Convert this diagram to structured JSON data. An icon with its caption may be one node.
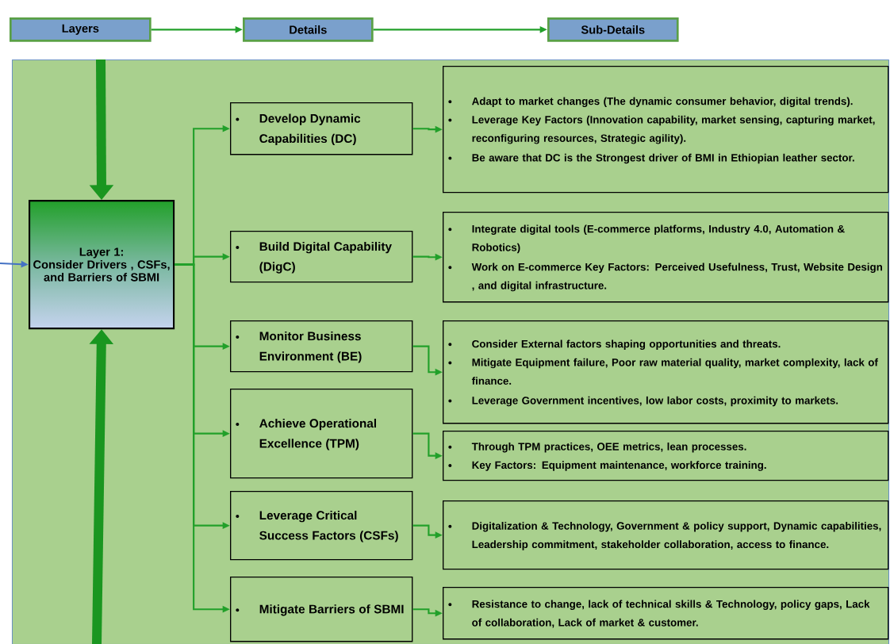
{
  "diagram": {
    "nodes": [
      {
        "text": [
          "Layers"
        ]
      },
      {
        "text": [
          "Details"
        ]
      },
      {
        "text": [
          "Sub-Details"
        ]
      },
      {
        "text": [],
        "shape": "box"
      },
      {
        "text": [
          "Layer 1:",
          "Consider Drivers , CSFs, and Barriers of SBMI"
        ],
        "in": 3
      },
      {
        "text": [
          "Develop Dynamic Capabilities (DC)"
        ],
        "in": 3
      },
      {
        "text": [
          "Build  Digital Capability (DigC)"
        ],
        "in": 3
      },
      {
        "text": [
          "Monitor Business Environment (BE)"
        ],
        "in": 3
      },
      {
        "text": [
          "Achieve Operational Excellence (TPM)"
        ],
        "in": 3
      },
      {
        "text": [
          "Leverage Critical Success Factors (CSFs)"
        ],
        "in": 3
      },
      {
        "text": [
          "Mitigate Barriers of SBMI"
        ],
        "in": 3
      },
      {
        "text": [
          "Adapt to market changes (The dynamic consumer behavior, digital trends).",
          "Leverage Key Factors (Innovation capability, market sensing, capturing market, reconfiguring resources, Strategic agility).",
          "Be aware that DC is the  Strongest driver of BMI in Ethiopian leather sector."
        ],
        "in": 3
      },
      {
        "text": [
          "Integrate digital tools (E-commerce platforms, Industry 4.0, Automation & Robotics)",
          "Work on  E-commerce Key Factors: Perceived Usefulness, Trust, Website Design , and digital infrastructure."
        ],
        "in": 3
      },
      {
        "text": [
          "Consider External factors shaping opportunities and threats.",
          "Mitigate Equipment failure, Poor raw material quality, market complexity, lack of finance.",
          "Leverage Government incentives, low labor costs, proximity to markets."
        ],
        "in": 3
      },
      {
        "text": [
          "Through TPM practices, OEE metrics, lean processes.",
          "Key Factors: Equipment maintenance, workforce training."
        ],
        "in": 3
      },
      {
        "text": [
          "Digitalization & Technology, Government & policy support, Dynamic capabilities, Leadership commitment, stakeholder collaboration, access to finance."
        ],
        "in": 3
      },
      {
        "text": [
          "Resistance to change, lack of technical skills & Technology, policy gaps, Lack of collaboration, Lack of market & customer."
        ],
        "in": 3
      }
    ],
    "edges": [
      {
        "from": 0,
        "to": 1,
        "arrow": "to"
      },
      {
        "from": 1,
        "to": 2,
        "arrow": "to"
      },
      {
        "from": null,
        "to": 4,
        "arrow": "to",
        "style": "thick",
        "color": "#1a9620"
      },
      {
        "from": null,
        "to": 4,
        "arrow": "to",
        "style": "thick",
        "color": "#1a9620"
      },
      {
        "from": null,
        "to": 4,
        "arrow": "to",
        "color": "#4472c4"
      },
      {
        "from": 4,
        "to": 5,
        "arrow": "to"
      },
      {
        "from": 4,
        "to": 6,
        "arrow": "to"
      },
      {
        "from": 4,
        "to": 7,
        "arrow": "to"
      },
      {
        "from": 4,
        "to": 8,
        "arrow": "to"
      },
      {
        "from": 4,
        "to": 9,
        "arrow": "to"
      },
      {
        "from": 4,
        "to": 10,
        "arrow": "to"
      },
      {
        "from": 5,
        "to": 11,
        "arrow": "to"
      },
      {
        "from": 6,
        "to": 12,
        "arrow": "to"
      },
      {
        "from": 7,
        "to": 13,
        "arrow": "to"
      },
      {
        "from": 8,
        "to": 14,
        "arrow": "to"
      },
      {
        "from": 9,
        "to": 15,
        "arrow": "to"
      },
      {
        "from": 10,
        "to": 16,
        "arrow": "to"
      }
    ]
  }
}
